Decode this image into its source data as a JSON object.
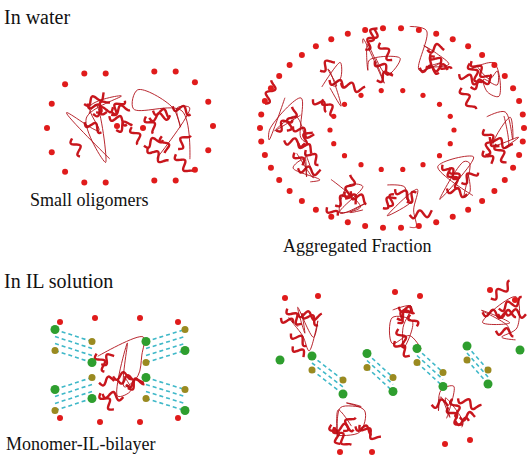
{
  "diagram": {
    "labels": [
      "In water",
      "Small oligomers",
      "Aggregated Fraction",
      "In IL solution",
      "Monomer-IL-bilayer"
    ]
  }
}
